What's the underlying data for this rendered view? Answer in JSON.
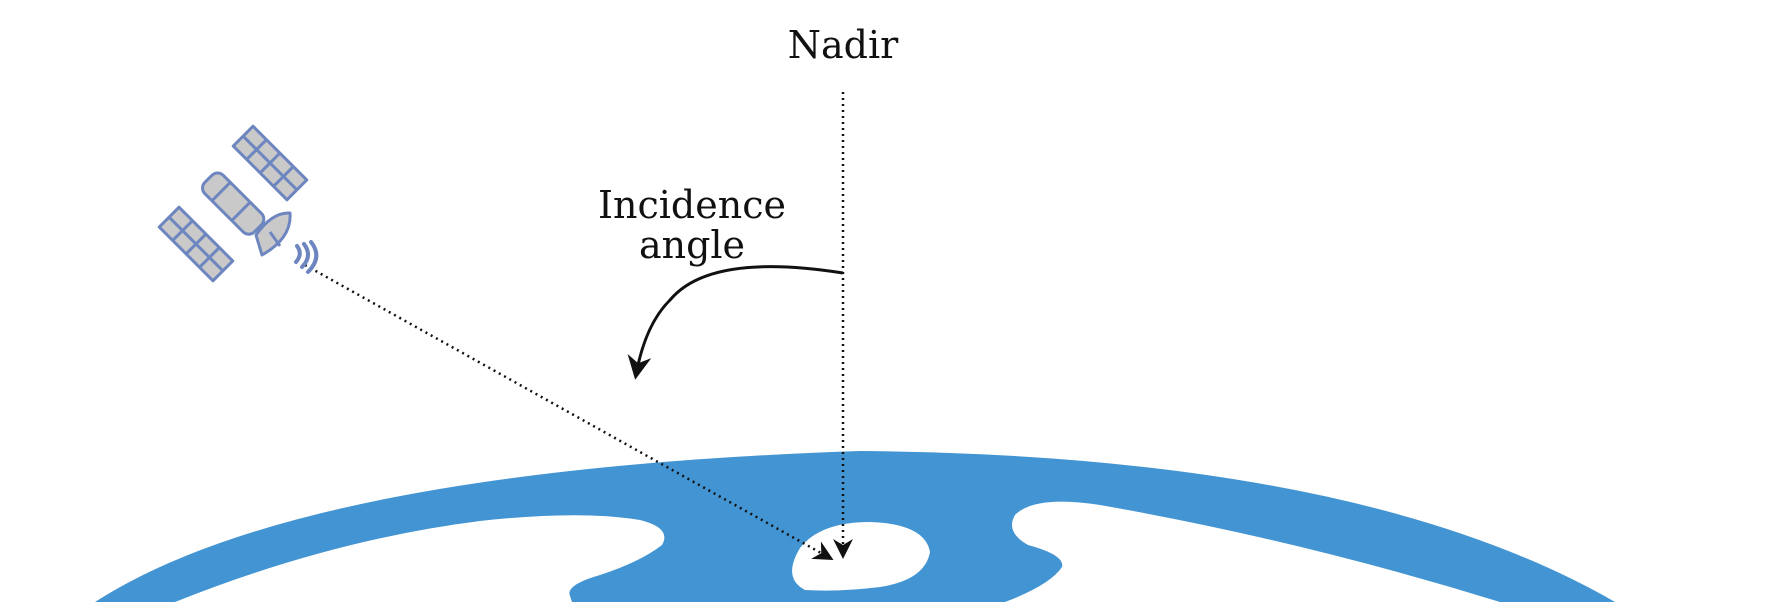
{
  "labels": {
    "nadir": "Nadir",
    "incidence_line1": "Incidence",
    "incidence_line2": "angle"
  },
  "colors": {
    "earth": "#4394D2",
    "land": "#ffffff",
    "satellite_body": "#C9C9C9",
    "satellite_outline": "#6E86C0",
    "line": "#111111"
  },
  "icons": [
    "satellite-icon",
    "signal-waves-icon"
  ]
}
